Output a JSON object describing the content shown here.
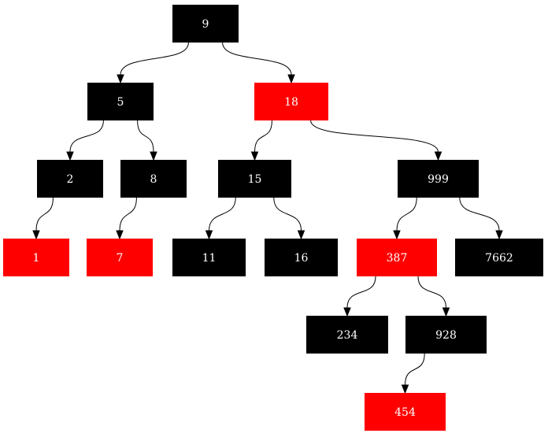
{
  "diagram": {
    "type": "red-black-tree",
    "colors": {
      "black": "#000000",
      "red": "#ff0000",
      "label": "#ffffff",
      "edge": "#000000"
    },
    "nodes": [
      {
        "id": "n9",
        "label": "9",
        "color": "black"
      },
      {
        "id": "n5",
        "label": "5",
        "color": "black"
      },
      {
        "id": "n18",
        "label": "18",
        "color": "red"
      },
      {
        "id": "n2",
        "label": "2",
        "color": "black"
      },
      {
        "id": "n8",
        "label": "8",
        "color": "black"
      },
      {
        "id": "n15",
        "label": "15",
        "color": "black"
      },
      {
        "id": "n999",
        "label": "999",
        "color": "black"
      },
      {
        "id": "n1",
        "label": "1",
        "color": "red"
      },
      {
        "id": "n7",
        "label": "7",
        "color": "red"
      },
      {
        "id": "n11",
        "label": "11",
        "color": "black"
      },
      {
        "id": "n16",
        "label": "16",
        "color": "black"
      },
      {
        "id": "n387",
        "label": "387",
        "color": "red"
      },
      {
        "id": "n7662",
        "label": "7662",
        "color": "black"
      },
      {
        "id": "n234",
        "label": "234",
        "color": "black"
      },
      {
        "id": "n928",
        "label": "928",
        "color": "black"
      },
      {
        "id": "n454",
        "label": "454",
        "color": "red"
      }
    ],
    "edges": [
      {
        "from": "n9",
        "to": "n5"
      },
      {
        "from": "n9",
        "to": "n18"
      },
      {
        "from": "n5",
        "to": "n2"
      },
      {
        "from": "n5",
        "to": "n8"
      },
      {
        "from": "n2",
        "to": "n1"
      },
      {
        "from": "n8",
        "to": "n7"
      },
      {
        "from": "n18",
        "to": "n15"
      },
      {
        "from": "n18",
        "to": "n999"
      },
      {
        "from": "n15",
        "to": "n11"
      },
      {
        "from": "n15",
        "to": "n16"
      },
      {
        "from": "n999",
        "to": "n387"
      },
      {
        "from": "n999",
        "to": "n7662"
      },
      {
        "from": "n387",
        "to": "n234"
      },
      {
        "from": "n387",
        "to": "n928"
      },
      {
        "from": "n928",
        "to": "n454"
      }
    ]
  }
}
